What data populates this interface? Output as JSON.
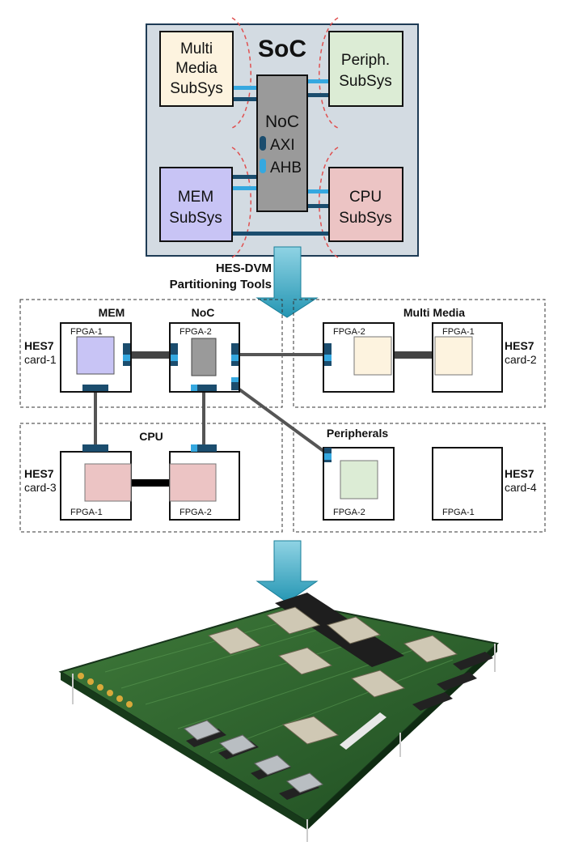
{
  "soc": {
    "title": "SoC",
    "multimedia": [
      "Multi",
      "Media",
      "SubSys"
    ],
    "periph": [
      "Periph.",
      "SubSys"
    ],
    "noc": "NoC",
    "axi": "AXI",
    "ahb": "AHB",
    "mem": [
      "MEM",
      "SubSys"
    ],
    "cpu": [
      "CPU",
      "SubSys"
    ]
  },
  "tools": [
    "HES-DVM",
    "Partitioning Tools"
  ],
  "partition": {
    "mem_label": "MEM",
    "noc_label": "NoC",
    "multimedia_label": "Multi Media",
    "cpu_label": "CPU",
    "peripherals_label": "Peripherals",
    "card1": [
      "HES7",
      "card-1"
    ],
    "card2": [
      "HES7",
      "card-2"
    ],
    "card3": [
      "HES7",
      "card-3"
    ],
    "card4": [
      "HES7",
      "card-4"
    ],
    "fpga": {
      "c1_left": "FPGA-1",
      "c1_right": "FPGA-2",
      "c2_left": "FPGA-2",
      "c2_right": "FPGA-1",
      "c3_left": "FPGA-1",
      "c3_right": "FPGA-2",
      "c4_left": "FPGA-2",
      "c4_right": "FPGA-1"
    }
  },
  "colors": {
    "soc_bg": "#d3dbe2",
    "multimedia": "#fdf3df",
    "periph": "#dcecd5",
    "noc": "#9a9a9a",
    "mem": "#c8c4f5",
    "cpu": "#ecc4c4",
    "axi": "#1b4d6e",
    "ahb": "#35a8e0",
    "arrow": "#2ba5c0"
  }
}
